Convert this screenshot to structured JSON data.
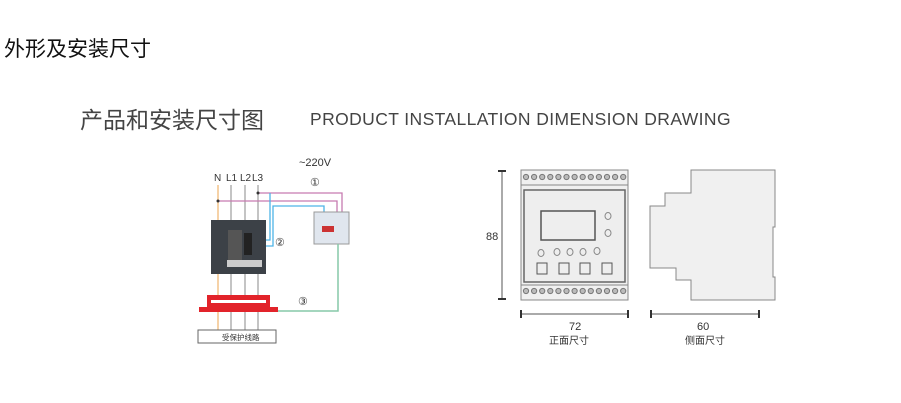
{
  "section_title": "外形及安装尺寸",
  "drawing_title_cn": "产品和安装尺寸图",
  "drawing_title_en": "PRODUCT INSTALLATION DIMENSION DRAWING",
  "wiring": {
    "voltage": "~220V",
    "lines": [
      "N",
      "L1",
      "L2",
      "L3"
    ],
    "markers": [
      "①",
      "②",
      "③"
    ],
    "protected_line": "受保护线路"
  },
  "dimensions": {
    "height": "88",
    "front_width": "72",
    "front_label": "正面尺寸",
    "side_width": "60",
    "side_label": "侧面尺寸"
  }
}
